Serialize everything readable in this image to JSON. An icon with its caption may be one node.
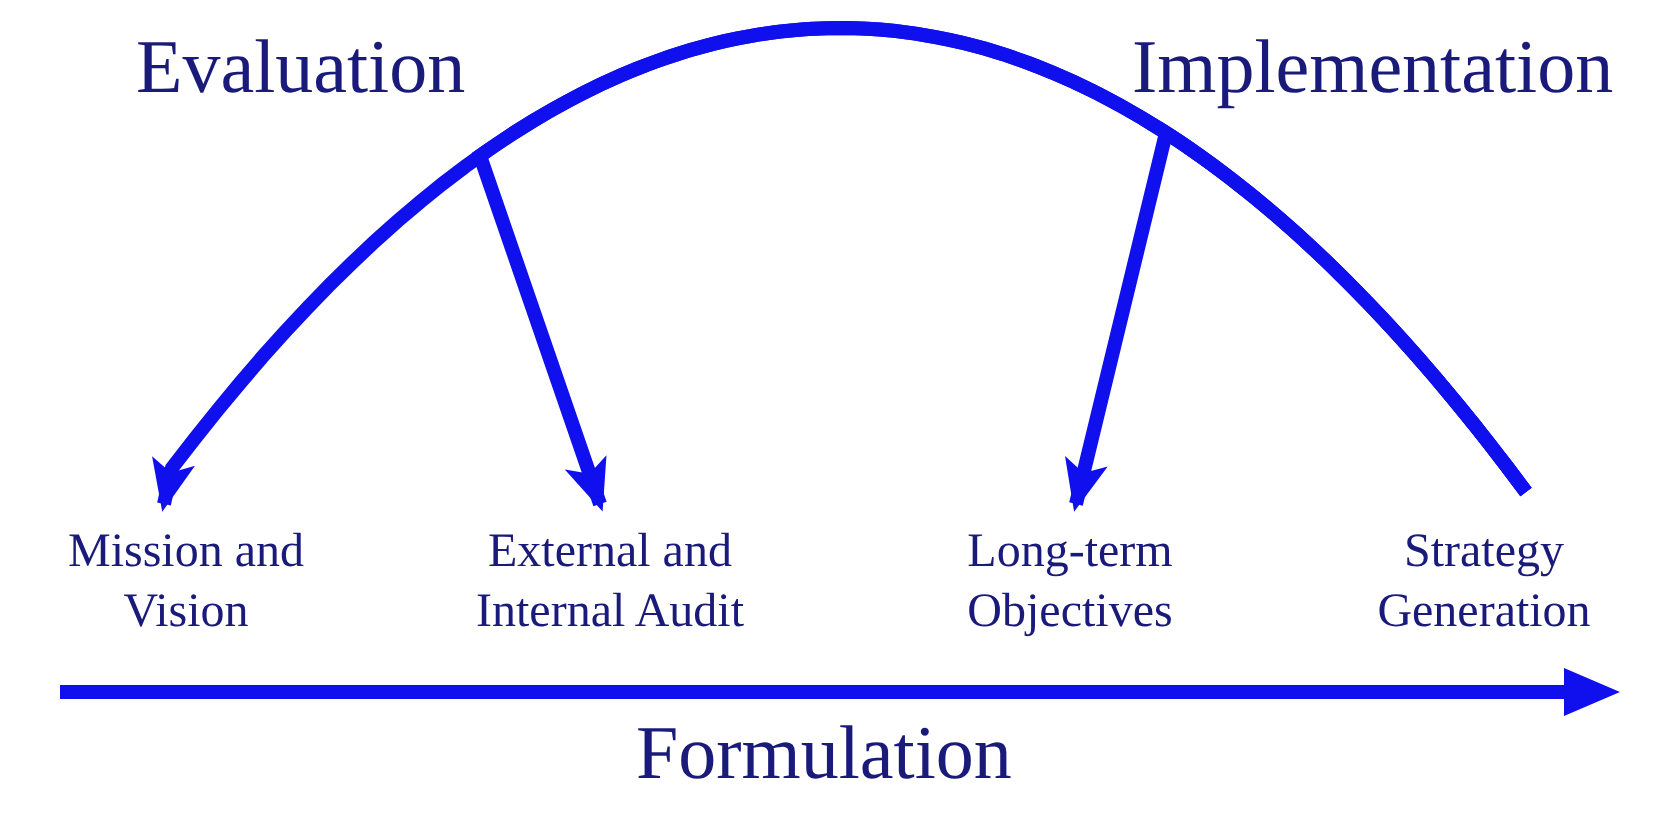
{
  "diagram": {
    "nodes": [
      {
        "text": [
          "Mission and Vision"
        ]
      },
      {
        "text": [
          "External and Internal Audit"
        ]
      },
      {
        "text": [
          "Long-term Objectives"
        ]
      },
      {
        "text": [
          "Strategy Generation"
        ]
      }
    ],
    "edges": [
      {
        "from": 3,
        "to": 0,
        "arrow": "to"
      },
      {
        "from": 3,
        "to": 1,
        "arrow": "to"
      },
      {
        "from": 3,
        "to": 2,
        "arrow": "to"
      }
    ],
    "labels": [
      "Evaluation",
      "Implementation",
      "Formulation"
    ]
  }
}
